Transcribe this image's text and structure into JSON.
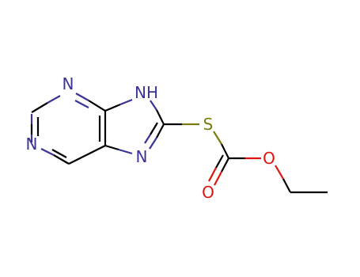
{
  "molecule": {
    "atoms": [
      {
        "id": "n1",
        "symbol": "N",
        "color": "#3a3396"
      },
      {
        "id": "n3",
        "symbol": "N",
        "color": "#3a3396"
      },
      {
        "id": "n9",
        "symbol": "NH",
        "color": "#3a3396"
      },
      {
        "id": "n7",
        "symbol": "N",
        "color": "#3a3396"
      },
      {
        "id": "s",
        "symbol": "S",
        "color": "#7a7a10"
      },
      {
        "id": "o_ester",
        "symbol": "O",
        "color": "#e0140f"
      },
      {
        "id": "o_carbonyl",
        "symbol": "O",
        "color": "#e0140f"
      }
    ],
    "colors": {
      "carbon_bond": "#000000",
      "nitrogen": "#3a3396",
      "sulfur": "#7a7a10",
      "oxygen": "#e0140f"
    }
  }
}
